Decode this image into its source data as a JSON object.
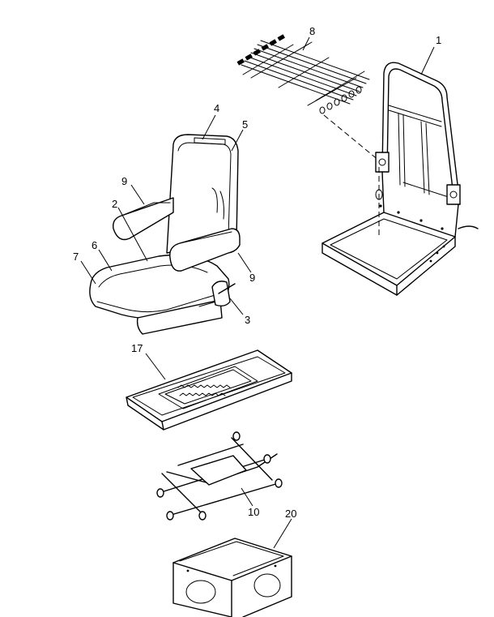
{
  "callouts": {
    "c1": "1",
    "c2": "2",
    "c3": "3",
    "c4": "4",
    "c5": "5",
    "c6": "6",
    "c7": "7",
    "c8": "8",
    "c9a": "9",
    "c9b": "9",
    "c10": "10",
    "c17": "17",
    "c20": "20"
  }
}
